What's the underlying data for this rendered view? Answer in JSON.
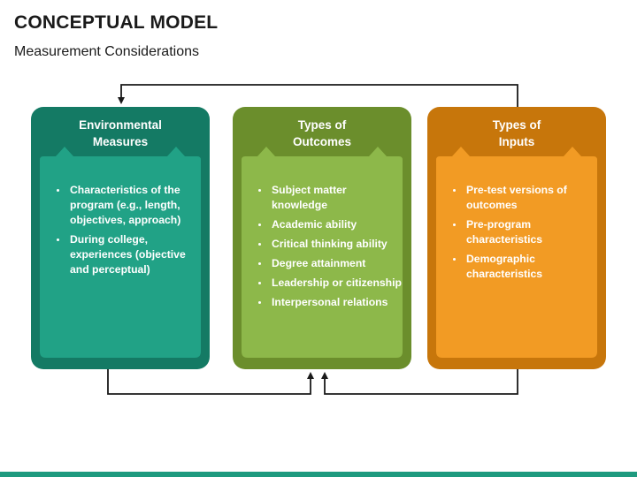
{
  "title": "CONCEPTUAL MODEL",
  "subtitle": "Measurement Considerations",
  "colors": {
    "environmental": "#147a64",
    "environmental_inner": "#21a286",
    "outcomes": "#6b8e2c",
    "outcomes_inner": "#8db84a",
    "inputs": "#c7760b",
    "inputs_inner": "#f29b24",
    "connector": "#1a1a1a",
    "footer": "#1e9a7f"
  },
  "cards": {
    "environmental": {
      "title": "Environmental\nMeasures",
      "items": [
        "Characteristics of the program (e.g., length, objectives, approach)",
        "During college, experiences (objective and perceptual)"
      ]
    },
    "outcomes": {
      "title": "Types of\nOutcomes",
      "items": [
        "Subject matter knowledge",
        "Academic ability",
        "Critical thinking ability",
        "Degree attainment",
        "Leadership or citizenship",
        "Interpersonal relations"
      ]
    },
    "inputs": {
      "title": "Types of\nInputs",
      "items": [
        "Pre-test versions of outcomes",
        "Pre-program characteristics",
        "Demographic characteristics"
      ]
    }
  }
}
